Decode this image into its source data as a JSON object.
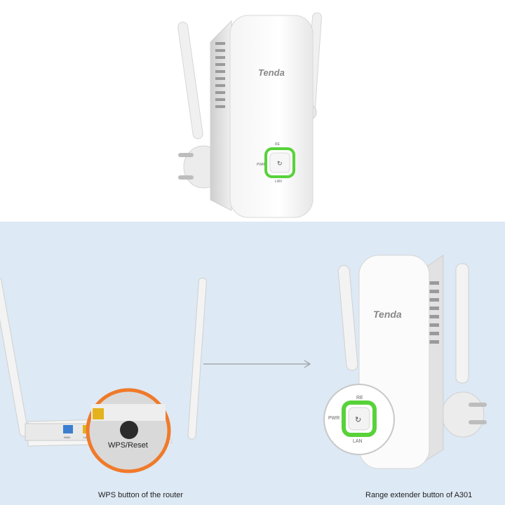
{
  "top_device": {
    "brand": "Tenda",
    "led_labels": {
      "re": "RE",
      "pwr": "PWR",
      "lan": "LAN"
    },
    "led_color": "#58d23a"
  },
  "router": {
    "port_labels": {
      "wan": "WAN",
      "lan": "LAN"
    },
    "button_label": "WPS/Reset",
    "caption": "WPS button of the router",
    "zoom_ring_color": "#f07a2a"
  },
  "extender": {
    "brand": "Tenda",
    "led_labels": {
      "re": "RE",
      "pwr": "PWR",
      "lan": "LAN"
    },
    "caption": "Range extender button of A301",
    "led_color": "#58d23a"
  },
  "arrow": {
    "icon": "arrow-right-icon"
  }
}
